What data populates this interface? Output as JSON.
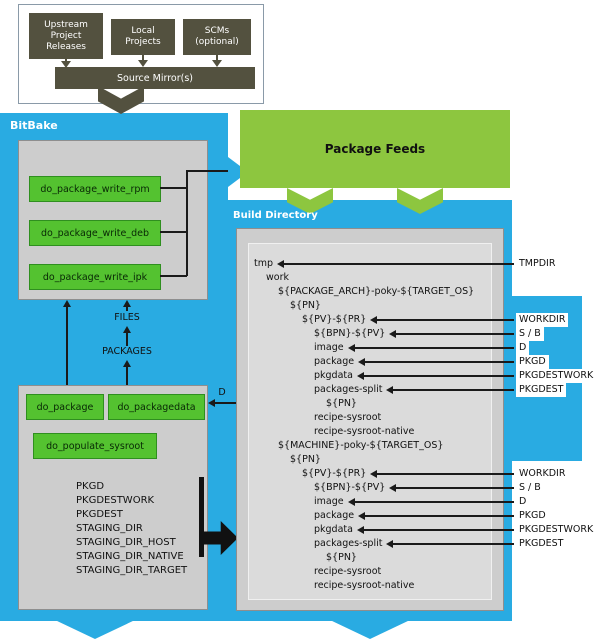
{
  "colors": {
    "blue": "#29ABE2",
    "task_green": "#54C230",
    "feeds_green": "#8DC63F",
    "olive": "#53513F",
    "box_gray": "#CDCDCD",
    "inner_gray": "#DBDBDB"
  },
  "sources_panel": {
    "upstream_label": "Upstream\nProject\nReleases",
    "local_label": "Local\nProjects",
    "scms_label": "SCMs\n(optional)",
    "mirror_label": "Source Mirror(s)"
  },
  "bitbake": {
    "title": "BitBake",
    "write_tasks": [
      "do_package_write_rpm",
      "do_package_write_deb",
      "do_package_write_ipk"
    ],
    "files_label": "FILES",
    "packages_label": "PACKAGES",
    "task_package": "do_package",
    "task_packagedata": "do_packagedata",
    "task_populate_sysroot": "do_populate_sysroot",
    "variables": [
      "PKGD",
      "PKGDESTWORK",
      "PKGDEST",
      "STAGING_DIR",
      "STAGING_DIR_HOST",
      "STAGING_DIR_NATIVE",
      "STAGING_DIR_TARGET"
    ],
    "d_label": "D"
  },
  "package_feeds": {
    "title": "Package Feeds"
  },
  "build_directory": {
    "title": "Build Directory",
    "tree": [
      {
        "t": "tmp",
        "indent": 0,
        "ann": "TMPDIR"
      },
      {
        "t": "work",
        "indent": 1
      },
      {
        "t": "${PACKAGE_ARCH}-poky-${TARGET_OS}",
        "indent": 2
      },
      {
        "t": "${PN}",
        "indent": 3
      },
      {
        "t": "${PV}-${PR}",
        "indent": 4,
        "ann": "WORKDIR"
      },
      {
        "t": "${BPN}-${PV}",
        "indent": 5,
        "ann": "S / B"
      },
      {
        "t": "image",
        "indent": 5,
        "ann": "D"
      },
      {
        "t": "package",
        "indent": 5,
        "ann": "PKGD"
      },
      {
        "t": "pkgdata",
        "indent": 5,
        "ann": "PKGDESTWORK"
      },
      {
        "t": "packages-split",
        "indent": 5,
        "ann": "PKGDEST"
      },
      {
        "t": "${PN}",
        "indent": 6
      },
      {
        "t": "recipe-sysroot",
        "indent": 5
      },
      {
        "t": "recipe-sysroot-native",
        "indent": 5
      },
      {
        "t": "${MACHINE}-poky-${TARGET_OS}",
        "indent": 2
      },
      {
        "t": "${PN}",
        "indent": 3
      },
      {
        "t": "${PV}-${PR}",
        "indent": 4,
        "ann": "WORKDIR"
      },
      {
        "t": "${BPN}-${PV}",
        "indent": 5,
        "ann": "S / B"
      },
      {
        "t": "image",
        "indent": 5,
        "ann": "D"
      },
      {
        "t": "package",
        "indent": 5,
        "ann": "PKGD"
      },
      {
        "t": "pkgdata",
        "indent": 5,
        "ann": "PKGDESTWORK"
      },
      {
        "t": "packages-split",
        "indent": 5,
        "ann": "PKGDEST"
      },
      {
        "t": "${PN}",
        "indent": 6
      },
      {
        "t": "recipe-sysroot",
        "indent": 5
      },
      {
        "t": "recipe-sysroot-native",
        "indent": 5
      }
    ]
  }
}
